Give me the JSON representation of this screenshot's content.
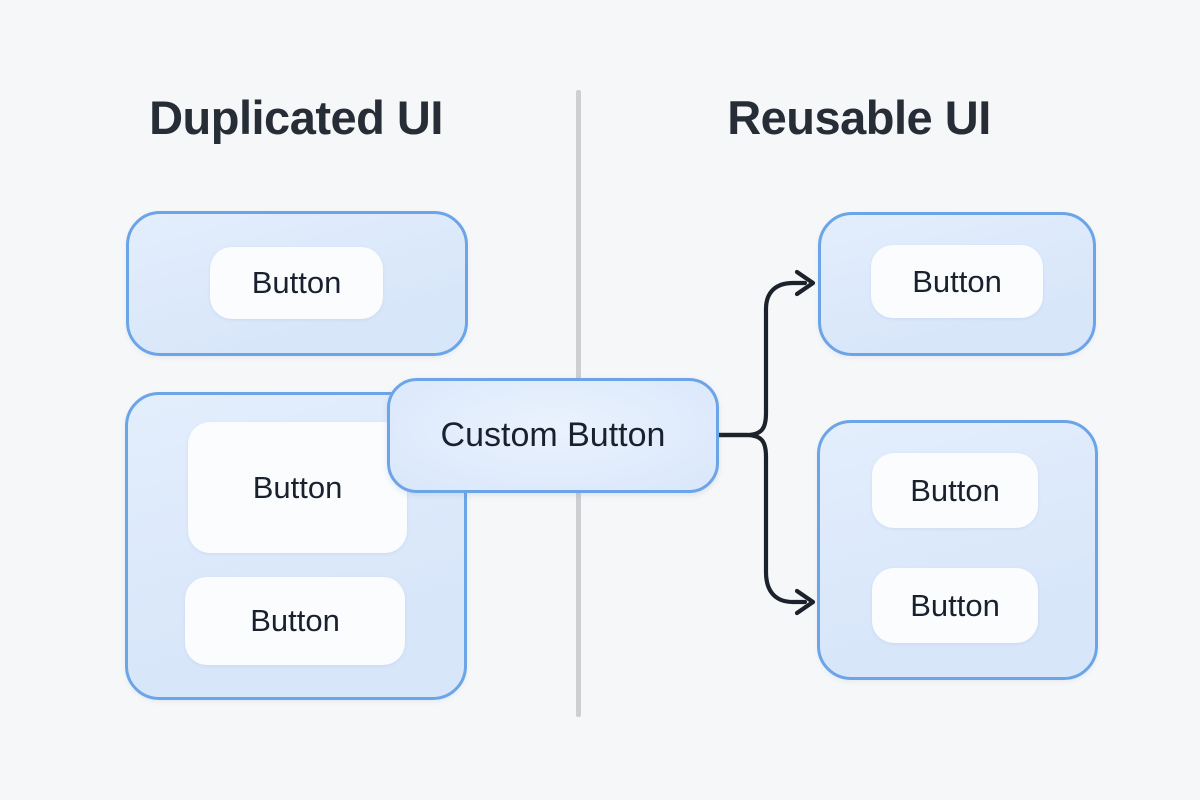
{
  "headings": {
    "left": "Duplicated UI",
    "right": "Reusable UI"
  },
  "left_panel": {
    "card_single": {
      "buttons": [
        "Button"
      ]
    },
    "card_double": {
      "buttons": [
        "Button",
        "Button"
      ]
    }
  },
  "connector": {
    "custom_button_label": "Custom Button"
  },
  "right_panel": {
    "card_single": {
      "buttons": [
        "Button"
      ]
    },
    "card_double": {
      "buttons": [
        "Button",
        "Button"
      ]
    }
  },
  "colors": {
    "background": "#F6F7F8",
    "card_fill": "#D8E6FA",
    "card_fill_light": "#E3EEFC",
    "card_border": "#6CA4E8",
    "button_fill": "#FAFCFE",
    "button_text": "#1A212E",
    "heading_text": "#272D37",
    "arrow": "#1C222B",
    "divider": "#CDCFD1",
    "custom_fill": "#DFEBFC"
  }
}
